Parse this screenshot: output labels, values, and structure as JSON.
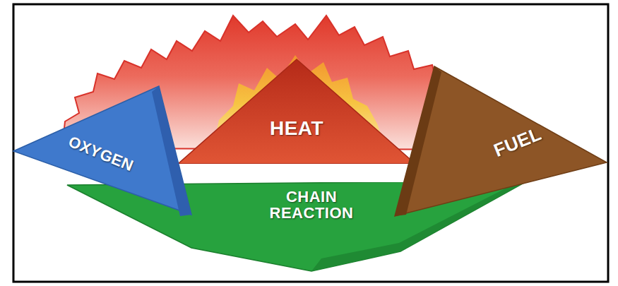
{
  "diagram": {
    "nodes": [
      {
        "text": [
          "OXYGEN"
        ]
      },
      {
        "text": [
          "HEAT"
        ]
      },
      {
        "text": [
          "FUEL"
        ]
      },
      {
        "text": [
          "CHAIN REACTION"
        ]
      }
    ]
  }
}
